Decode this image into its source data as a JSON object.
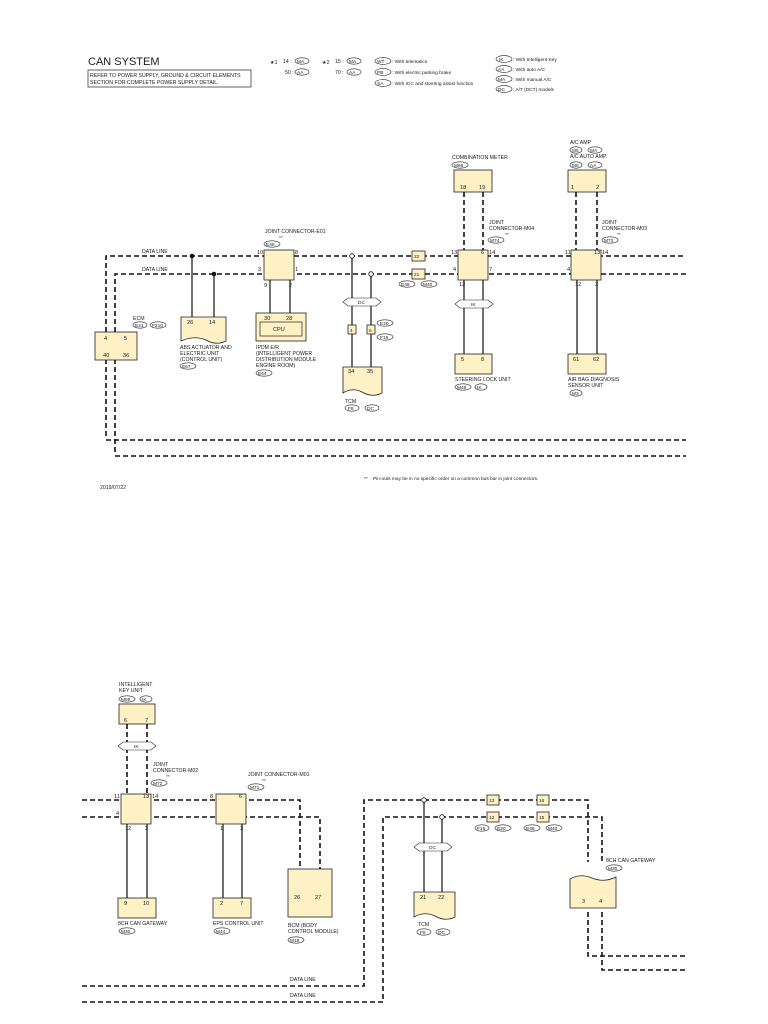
{
  "header": {
    "title": "CAN SYSTEM",
    "note_line1": "REFER TO POWER SUPPLY, GROUND & CIRCUIT ELEMENTS",
    "note_line2": "SECTION FOR COMPLETE POWER SUPPLY DETAIL."
  },
  "pin_notes": {
    "n1_a": "14 :",
    "n1_a_tag": "MA",
    "n1_b": "50 :",
    "n1_b_tag": "AA",
    "n2_a": "15 :",
    "n2_a_tag": "MA",
    "n2_b": "70 :",
    "n2_b_tag": "AA"
  },
  "legend": [
    {
      "code": "WT",
      "text": ": With telematics"
    },
    {
      "code": "PB",
      "text": ": With electric parking brake"
    },
    {
      "code": "SA",
      "text": ": With ICC and steering assist function"
    },
    {
      "code": "IK",
      "text": ": With Intelligent Key"
    },
    {
      "code": "AA",
      "text": ": With auto A/C"
    },
    {
      "code": "MA",
      "text": ": With manual A/C"
    },
    {
      "code": "DC",
      "text": ": A/T (DCT) models"
    }
  ],
  "labels": {
    "data_line": "DATA LINE",
    "date": "2019/07/22",
    "footnote": "Pin-outs may be in no specific order on a common bus bar in joint connectors.",
    "footnote_mark": "**"
  },
  "top": {
    "ecm": {
      "name": "ECM",
      "c1": "E21",
      "c2": "F210",
      "pins": [
        "4",
        "5",
        "40",
        "36"
      ]
    },
    "abs": {
      "l1": "ABS ACTUATOR AND",
      "l2": "ELECTRIC UNIT",
      "l3": "(CONTROL UNIT)",
      "conn": "E67",
      "pins": [
        "26",
        "14"
      ]
    },
    "jc_e01": {
      "name": "JOINT CONNECTOR-E01",
      "conn": "E46",
      "pins": [
        "10",
        "8",
        "3",
        "1",
        "9",
        "2"
      ]
    },
    "ipdm": {
      "cpu": "CPU",
      "l1": "IPDM E/R",
      "l2": "(INTELLIGENT POWER",
      "l3": "DISTRIBUTION MODULE",
      "l4": "ENGINE ROOM)",
      "conn": "E64",
      "pins": [
        "30",
        "28"
      ]
    },
    "tcm": {
      "name": "TCM",
      "c1": "F8",
      "c2": "DC",
      "pins": [
        "34",
        "35"
      ],
      "dc": "DC",
      "jp": [
        "4",
        "5"
      ],
      "jc1": "E20",
      "jc2": "F15"
    },
    "mid_joint": {
      "pins": [
        "22",
        "21"
      ],
      "c1": "E48",
      "c2": "M40"
    },
    "combo": {
      "name": "COMBINATION METER",
      "conn": "M66",
      "pins": [
        "18",
        "19"
      ]
    },
    "jc_m04": {
      "l1": "JOINT",
      "l2": "CONNECTOR-M04",
      "conn": "M74",
      "pins": [
        "13",
        "6",
        "4",
        "14",
        "7",
        "12"
      ]
    },
    "steer": {
      "name": "STEERING LOCK UNIT",
      "c1": "M46",
      "c2": "IK",
      "pins": [
        "5",
        "8"
      ],
      "ik": "IK"
    },
    "ac": {
      "l1": "A/C AMP",
      "c1": "M5",
      "c1b": "MA",
      "l2": "A/C AUTO AMP.",
      "c2": "M6",
      "c2b": "AA",
      "pins": [
        "1",
        "2"
      ]
    },
    "jc_m03": {
      "l1": "JOINT",
      "l2": "CONNECTOR-M03",
      "conn": "M73",
      "pins": [
        "11",
        "13",
        "4",
        "14",
        "12",
        "2"
      ]
    },
    "airbag": {
      "l1": "AIR BAG DIAGNOSIS",
      "l2": "SENSOR UNIT",
      "conn": "M3",
      "pins": [
        "61",
        "62"
      ]
    }
  },
  "bottom": {
    "ikey": {
      "l1": "INTELLIGENT",
      "l2": "KEY UNIT",
      "c1": "M56",
      "c2": "IK",
      "pins": [
        "6",
        "7"
      ],
      "ik": "IK"
    },
    "jc_m02": {
      "l1": "JOINT",
      "l2": "CONNECTOR-M02",
      "conn": "M72",
      "pins": [
        "11",
        "13",
        "14",
        "4",
        "12",
        "2"
      ]
    },
    "gw1": {
      "name": "8CH CAN GATEWAY",
      "conn": "M30",
      "pins": [
        "9",
        "10"
      ]
    },
    "jc_m01": {
      "name": "JOINT CONNECTOR-M01",
      "conn": "M71",
      "pins": [
        "8",
        "6",
        "1",
        "3"
      ]
    },
    "eps": {
      "name": "EPS CONTROL UNIT",
      "conn": "M44",
      "pins": [
        "2",
        "7"
      ]
    },
    "bcm": {
      "l1": "BCM (BODY",
      "l2": "CONTROL MODULE)",
      "conn": "M18",
      "pins": [
        "26",
        "27"
      ]
    },
    "tcm": {
      "name": "TCM",
      "c1": "F8",
      "c2": "DC",
      "pins": [
        "21",
        "22"
      ],
      "dc": "DC"
    },
    "jnt": {
      "pins": [
        "13",
        "12",
        "16",
        "15"
      ],
      "c1": "F15",
      "c2": "E20",
      "c3": "E48",
      "c4": "M40"
    },
    "gw2": {
      "name": "8CH CAN GATEWAY",
      "conn": "M30",
      "pins": [
        "3",
        "4"
      ]
    }
  }
}
